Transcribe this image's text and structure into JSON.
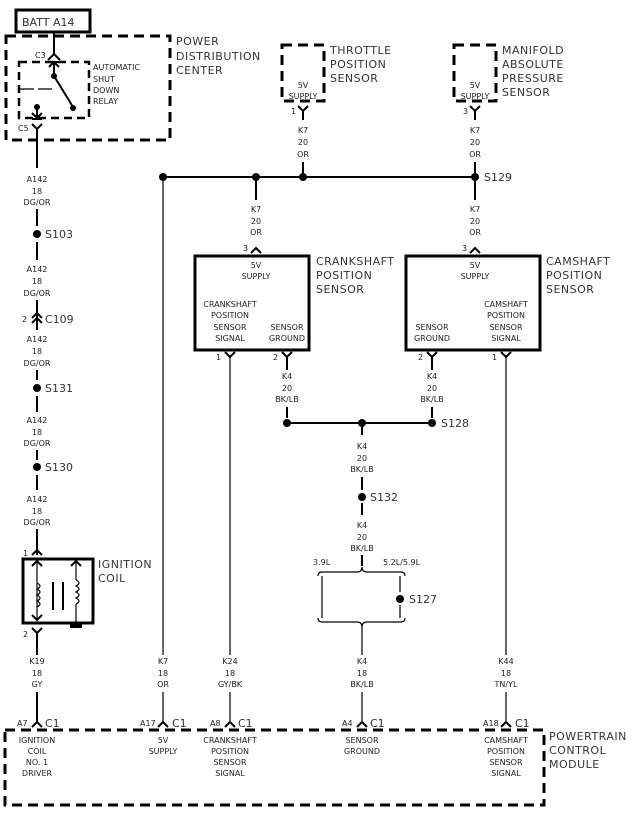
{
  "batt": {
    "label": "BATT A14"
  },
  "pdc": {
    "title": [
      "POWER",
      "DISTRIBUTION",
      "CENTER"
    ],
    "top_connector": "C3",
    "bottom_connector": "C5",
    "relay_label": [
      "AUTOMATIC",
      "SHUT",
      "DOWN",
      "RELAY"
    ]
  },
  "tps": {
    "title": [
      "THROTTLE",
      "POSITION",
      "SENSOR"
    ],
    "pin_label": [
      "5V",
      "SUPPLY"
    ],
    "pin": "1",
    "wire": [
      "K7",
      "20",
      "OR"
    ]
  },
  "map": {
    "title": [
      "MANIFOLD",
      "ABSOLUTE",
      "PRESSURE",
      "SENSOR"
    ],
    "pin_label": [
      "5V",
      "SUPPLY"
    ],
    "pin": "3",
    "wire": [
      "K7",
      "20",
      "OR"
    ]
  },
  "splices": {
    "s129": "S129",
    "s103": "S103",
    "s131": "S131",
    "s130": "S130",
    "s128": "S128",
    "s132": "S132",
    "s127": "S127"
  },
  "c109": {
    "label": "C109",
    "pin": "2"
  },
  "left_wires": [
    [
      "A142",
      "18",
      "DG/OR"
    ],
    [
      "A142",
      "18",
      "DG/OR"
    ],
    [
      "A142",
      "18",
      "DG/OR"
    ],
    [
      "A142",
      "18",
      "DG/OR"
    ],
    [
      "A142",
      "18",
      "DG/OR"
    ]
  ],
  "ckp": {
    "title": [
      "CRANKSHAFT",
      "POSITION",
      "SENSOR"
    ],
    "supply_label": [
      "5V",
      "SUPPLY"
    ],
    "signal_label": [
      "CRANKSHAFT",
      "POSITION",
      "SENSOR",
      "SIGNAL"
    ],
    "ground_label": [
      "SENSOR",
      "GROUND"
    ],
    "supply_pin": "3",
    "signal_pin": "1",
    "ground_pin": "2",
    "supply_wire": [
      "K7",
      "20",
      "OR"
    ],
    "ground_wire": [
      "K4",
      "20",
      "BK/LB"
    ]
  },
  "cmp": {
    "title": [
      "CAMSHAFT",
      "POSITION",
      "SENSOR"
    ],
    "supply_label": [
      "5V",
      "SUPPLY"
    ],
    "signal_label": [
      "CAMSHAFT",
      "POSITION",
      "SENSOR",
      "SIGNAL"
    ],
    "ground_label": [
      "SENSOR",
      "GROUND"
    ],
    "supply_pin": "3",
    "signal_pin": "1",
    "ground_pin": "2",
    "supply_wire": [
      "K7",
      "20",
      "OR"
    ],
    "ground_wire": [
      "K4",
      "20",
      "BK/LB"
    ]
  },
  "ground_trunk": {
    "wire1": [
      "K4",
      "20",
      "BK/LB"
    ],
    "wire2": [
      "K4",
      "20",
      "BK/LB"
    ],
    "engine_left": "3.9L",
    "engine_right": "5.2L/5.9L"
  },
  "coil": {
    "title": [
      "IGNITION",
      "COIL"
    ],
    "pin_top": "1",
    "pin_bottom": "2"
  },
  "pcm_wires": {
    "k19": [
      "K19",
      "18",
      "GY"
    ],
    "k7": [
      "K7",
      "18",
      "OR"
    ],
    "k24": [
      "K24",
      "18",
      "GY/BK"
    ],
    "k4": [
      "K4",
      "18",
      "BK/LB"
    ],
    "k44": [
      "K44",
      "18",
      "TN/YL"
    ]
  },
  "pcm": {
    "title": [
      "POWERTRAIN",
      "CONTROL",
      "MODULE"
    ],
    "connector": "C1",
    "pins": [
      {
        "pin": "A7",
        "label": [
          "IGNITION",
          "COIL",
          "NO. 1",
          "DRIVER"
        ]
      },
      {
        "pin": "A17",
        "label": [
          "5V",
          "SUPPLY"
        ]
      },
      {
        "pin": "A8",
        "label": [
          "CRANKSHAFT",
          "POSITION",
          "SENSOR",
          "SIGNAL"
        ]
      },
      {
        "pin": "A4",
        "label": [
          "SENSOR",
          "GROUND"
        ]
      },
      {
        "pin": "A18",
        "label": [
          "CAMSHAFT",
          "POSITION",
          "SENSOR",
          "SIGNAL"
        ]
      }
    ]
  }
}
